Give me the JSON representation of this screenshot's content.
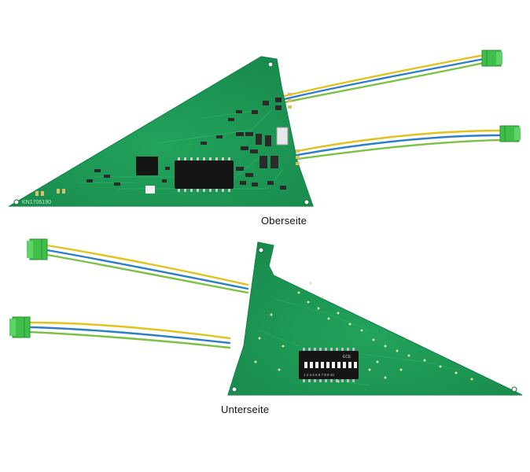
{
  "captions": {
    "top": "Oberseite",
    "bottom": "Unterseite"
  },
  "pcb_markings": {
    "top_board_label": "KN1705190",
    "dip_switch_label": "ECE",
    "dip_switch_numbers": "1 2 3 4 5 6 7 8 9 10"
  },
  "colors": {
    "pcb_green": "#1f9a55",
    "pcb_edge": "#16864a",
    "wire_yellow": "#e3c21b",
    "wire_blue": "#2f7fc8",
    "wire_green": "#7cc142",
    "connector_green": "#3fbf4a",
    "chip_black": "#151515"
  }
}
